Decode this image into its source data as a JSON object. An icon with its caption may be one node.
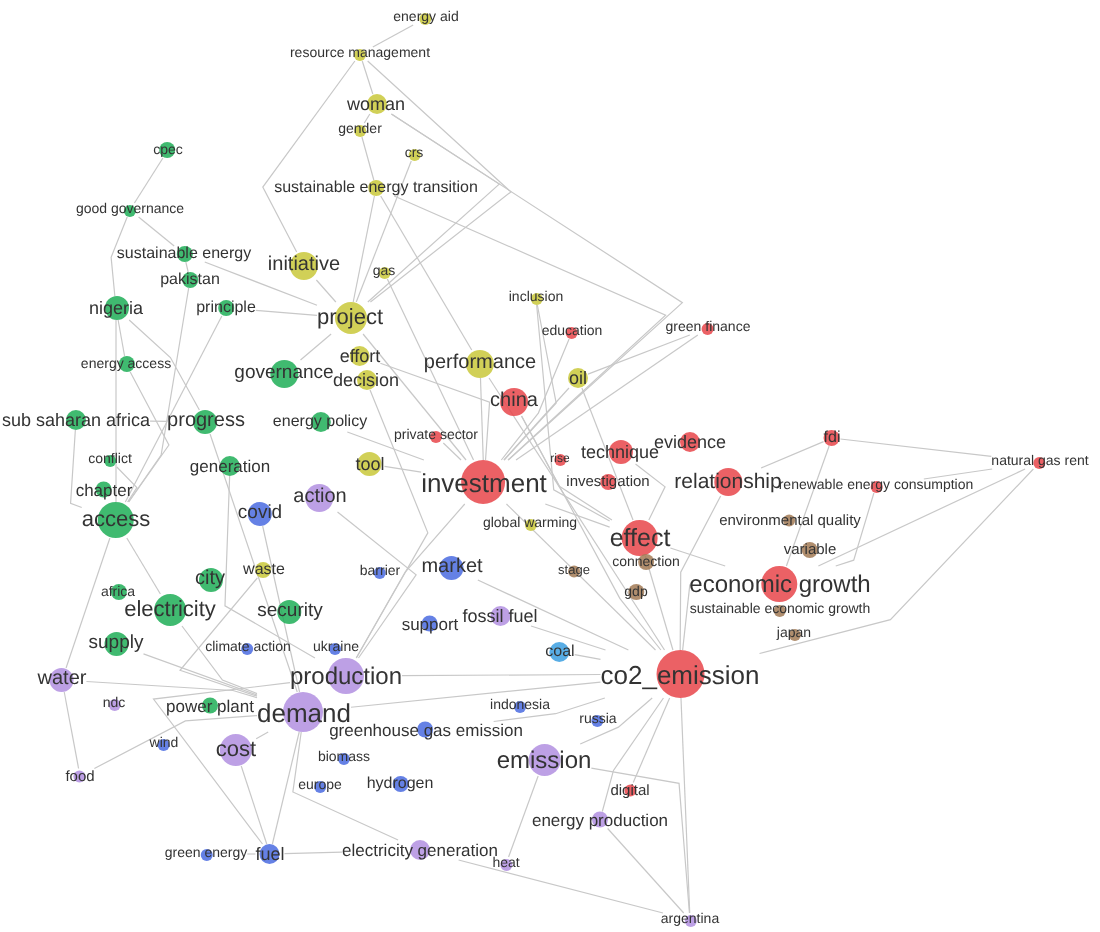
{
  "diagram": {
    "nodes": [
      {
        "text": [
          "energy aid"
        ]
      },
      {
        "text": [
          "resource management"
        ]
      },
      {
        "text": [
          "woman"
        ]
      },
      {
        "text": [
          "gender"
        ]
      },
      {
        "text": [
          "crs"
        ]
      },
      {
        "text": [
          "sustainable energy transition"
        ]
      },
      {
        "text": [
          "cpec"
        ]
      },
      {
        "text": [
          "good governance"
        ]
      },
      {
        "text": [
          "sustainable energy"
        ]
      },
      {
        "text": [
          "pakistan"
        ]
      },
      {
        "text": [
          "initiative"
        ]
      },
      {
        "text": [
          "gas"
        ]
      },
      {
        "text": [
          "nigeria"
        ]
      },
      {
        "text": [
          "principle"
        ]
      },
      {
        "text": [
          "inclusion"
        ]
      },
      {
        "text": [
          "project"
        ]
      },
      {
        "text": [
          "education"
        ]
      },
      {
        "text": [
          "green finance"
        ]
      },
      {
        "text": [
          "energy access"
        ]
      },
      {
        "text": [
          "effort"
        ]
      },
      {
        "text": [
          "decision"
        ]
      },
      {
        "text": [
          "performance"
        ]
      },
      {
        "text": [
          "oil"
        ]
      },
      {
        "text": [
          "governance"
        ]
      },
      {
        "text": [
          "china"
        ]
      },
      {
        "text": [
          "sub saharan africa"
        ]
      },
      {
        "text": [
          "progress"
        ]
      },
      {
        "text": [
          "energy policy"
        ]
      },
      {
        "text": [
          "private sector"
        ]
      },
      {
        "text": [
          "technique"
        ]
      },
      {
        "text": [
          "evidence"
        ]
      },
      {
        "text": [
          "fdi"
        ]
      },
      {
        "text": [
          "rise"
        ]
      },
      {
        "text": [
          "natural gas rent"
        ]
      },
      {
        "text": [
          "conflict"
        ]
      },
      {
        "text": [
          "generation"
        ]
      },
      {
        "text": [
          "tool"
        ]
      },
      {
        "text": [
          "investment"
        ]
      },
      {
        "text": [
          "investigation"
        ]
      },
      {
        "text": [
          "relationship"
        ]
      },
      {
        "text": [
          "renewable energy consumption"
        ]
      },
      {
        "text": [
          "chapter"
        ]
      },
      {
        "text": [
          "access"
        ]
      },
      {
        "text": [
          "action"
        ]
      },
      {
        "text": [
          "covid"
        ]
      },
      {
        "text": [
          "global warming"
        ]
      },
      {
        "text": [
          "environmental quality"
        ]
      },
      {
        "text": [
          "effect"
        ]
      },
      {
        "text": [
          "variable"
        ]
      },
      {
        "text": [
          "waste"
        ]
      },
      {
        "text": [
          "barrier"
        ]
      },
      {
        "text": [
          "market"
        ]
      },
      {
        "text": [
          "city"
        ]
      },
      {
        "text": [
          "connection"
        ]
      },
      {
        "text": [
          "stage"
        ]
      },
      {
        "text": [
          "economic growth"
        ]
      },
      {
        "text": [
          "gdp"
        ]
      },
      {
        "text": [
          "africa"
        ]
      },
      {
        "text": [
          "electricity"
        ]
      },
      {
        "text": [
          "security"
        ]
      },
      {
        "text": [
          "fossil fuel"
        ]
      },
      {
        "text": [
          "sustainable economic growth"
        ]
      },
      {
        "text": [
          "support"
        ]
      },
      {
        "text": [
          "supply"
        ]
      },
      {
        "text": [
          "climate action"
        ]
      },
      {
        "text": [
          "ukraine"
        ]
      },
      {
        "text": [
          "japan"
        ]
      },
      {
        "text": [
          "coal"
        ]
      },
      {
        "text": [
          "production"
        ]
      },
      {
        "text": [
          "co2_emission"
        ]
      },
      {
        "text": [
          "water"
        ]
      },
      {
        "text": [
          "ndc"
        ]
      },
      {
        "text": [
          "power plant"
        ]
      },
      {
        "text": [
          "demand"
        ]
      },
      {
        "text": [
          "indonesia"
        ]
      },
      {
        "text": [
          "russia"
        ]
      },
      {
        "text": [
          "greenhouse gas emission"
        ]
      },
      {
        "text": [
          "wind"
        ]
      },
      {
        "text": [
          "cost"
        ]
      },
      {
        "text": [
          "biomass"
        ]
      },
      {
        "text": [
          "emission"
        ]
      },
      {
        "text": [
          "food"
        ]
      },
      {
        "text": [
          "europe"
        ]
      },
      {
        "text": [
          "hydrogen"
        ]
      },
      {
        "text": [
          "energy production"
        ]
      },
      {
        "text": [
          "digital"
        ]
      },
      {
        "text": [
          "green energy"
        ]
      },
      {
        "text": [
          "fuel"
        ]
      },
      {
        "text": [
          "electricity generation"
        ]
      },
      {
        "text": [
          "heat"
        ]
      },
      {
        "text": [
          "argentina"
        ]
      }
    ],
    "edges": [
      {
        "from": 0,
        "to": 1,
        "arrow": "none"
      },
      {
        "from": 1,
        "to": 2,
        "arrow": "none"
      },
      {
        "from": 1,
        "to": 15,
        "arrow": "none"
      },
      {
        "from": 1,
        "to": 10,
        "arrow": "none"
      },
      {
        "from": 2,
        "to": 3,
        "arrow": "none"
      },
      {
        "from": 2,
        "to": 15,
        "arrow": "none"
      },
      {
        "from": 2,
        "to": 37,
        "arrow": "none"
      },
      {
        "from": 3,
        "to": 5,
        "arrow": "none"
      },
      {
        "from": 4,
        "to": 15,
        "arrow": "none"
      },
      {
        "from": 5,
        "to": 15,
        "arrow": "none"
      },
      {
        "from": 5,
        "to": 37,
        "arrow": "none"
      },
      {
        "from": 5,
        "to": 21,
        "arrow": "none"
      },
      {
        "from": 6,
        "to": 7,
        "arrow": "none"
      },
      {
        "from": 7,
        "to": 8,
        "arrow": "none"
      },
      {
        "from": 7,
        "to": 12,
        "arrow": "none"
      },
      {
        "from": 8,
        "to": 9,
        "arrow": "none"
      },
      {
        "from": 8,
        "to": 15,
        "arrow": "none"
      },
      {
        "from": 9,
        "to": 42,
        "arrow": "none"
      },
      {
        "from": 10,
        "to": 15,
        "arrow": "none"
      },
      {
        "from": 11,
        "to": 37,
        "arrow": "none"
      },
      {
        "from": 12,
        "to": 18,
        "arrow": "none"
      },
      {
        "from": 12,
        "to": 42,
        "arrow": "none"
      },
      {
        "from": 12,
        "to": 26,
        "arrow": "none"
      },
      {
        "from": 13,
        "to": 42,
        "arrow": "none"
      },
      {
        "from": 13,
        "to": 15,
        "arrow": "none"
      },
      {
        "from": 14,
        "to": 37,
        "arrow": "none"
      },
      {
        "from": 14,
        "to": 47,
        "arrow": "none"
      },
      {
        "from": 15,
        "to": 37,
        "arrow": "none"
      },
      {
        "from": 15,
        "to": 23,
        "arrow": "none"
      },
      {
        "from": 16,
        "to": 37,
        "arrow": "none"
      },
      {
        "from": 17,
        "to": 22,
        "arrow": "none"
      },
      {
        "from": 17,
        "to": 37,
        "arrow": "none"
      },
      {
        "from": 18,
        "to": 42,
        "arrow": "none"
      },
      {
        "from": 19,
        "to": 37,
        "arrow": "none"
      },
      {
        "from": 20,
        "to": 68,
        "arrow": "none"
      },
      {
        "from": 21,
        "to": 37,
        "arrow": "none"
      },
      {
        "from": 21,
        "to": 69,
        "arrow": "none"
      },
      {
        "from": 22,
        "to": 47,
        "arrow": "none"
      },
      {
        "from": 22,
        "to": 37,
        "arrow": "none"
      },
      {
        "from": 24,
        "to": 47,
        "arrow": "none"
      },
      {
        "from": 24,
        "to": 69,
        "arrow": "none"
      },
      {
        "from": 25,
        "to": 42,
        "arrow": "none"
      },
      {
        "from": 25,
        "to": 26,
        "arrow": "none"
      },
      {
        "from": 26,
        "to": 73,
        "arrow": "none"
      },
      {
        "from": 27,
        "to": 37,
        "arrow": "none"
      },
      {
        "from": 28,
        "to": 37,
        "arrow": "none"
      },
      {
        "from": 29,
        "to": 47,
        "arrow": "none"
      },
      {
        "from": 31,
        "to": 33,
        "arrow": "none"
      },
      {
        "from": 31,
        "to": 39,
        "arrow": "none"
      },
      {
        "from": 31,
        "to": 55,
        "arrow": "none"
      },
      {
        "from": 33,
        "to": 40,
        "arrow": "none"
      },
      {
        "from": 33,
        "to": 55,
        "arrow": "none"
      },
      {
        "from": 33,
        "to": 69,
        "arrow": "none"
      },
      {
        "from": 34,
        "to": 42,
        "arrow": "none"
      },
      {
        "from": 35,
        "to": 68,
        "arrow": "none"
      },
      {
        "from": 36,
        "to": 37,
        "arrow": "none"
      },
      {
        "from": 37,
        "to": 47,
        "arrow": "none"
      },
      {
        "from": 37,
        "to": 69,
        "arrow": "none"
      },
      {
        "from": 37,
        "to": 68,
        "arrow": "none"
      },
      {
        "from": 39,
        "to": 69,
        "arrow": "none"
      },
      {
        "from": 40,
        "to": 55,
        "arrow": "none"
      },
      {
        "from": 42,
        "to": 58,
        "arrow": "none"
      },
      {
        "from": 43,
        "to": 68,
        "arrow": "none"
      },
      {
        "from": 44,
        "to": 73,
        "arrow": "none"
      },
      {
        "from": 47,
        "to": 69,
        "arrow": "none"
      },
      {
        "from": 47,
        "to": 55,
        "arrow": "none"
      },
      {
        "from": 49,
        "to": 73,
        "arrow": "none"
      },
      {
        "from": 51,
        "to": 69,
        "arrow": "none"
      },
      {
        "from": 55,
        "to": 69,
        "arrow": "none"
      },
      {
        "from": 58,
        "to": 73,
        "arrow": "none"
      },
      {
        "from": 60,
        "to": 69,
        "arrow": "none"
      },
      {
        "from": 63,
        "to": 73,
        "arrow": "none"
      },
      {
        "from": 67,
        "to": 69,
        "arrow": "none"
      },
      {
        "from": 68,
        "to": 69,
        "arrow": "none"
      },
      {
        "from": 70,
        "to": 73,
        "arrow": "none"
      },
      {
        "from": 70,
        "to": 42,
        "arrow": "none"
      },
      {
        "from": 73,
        "to": 78,
        "arrow": "none"
      },
      {
        "from": 73,
        "to": 69,
        "arrow": "none"
      },
      {
        "from": 76,
        "to": 69,
        "arrow": "none"
      },
      {
        "from": 78,
        "to": 87,
        "arrow": "none"
      },
      {
        "from": 80,
        "to": 69,
        "arrow": "none"
      },
      {
        "from": 81,
        "to": 70,
        "arrow": "none"
      },
      {
        "from": 81,
        "to": 73,
        "arrow": "none"
      },
      {
        "from": 84,
        "to": 69,
        "arrow": "none"
      },
      {
        "from": 85,
        "to": 69,
        "arrow": "none"
      },
      {
        "from": 86,
        "to": 87,
        "arrow": "none"
      },
      {
        "from": 87,
        "to": 73,
        "arrow": "none"
      },
      {
        "from": 87,
        "to": 88,
        "arrow": "none"
      },
      {
        "from": 88,
        "to": 90,
        "arrow": "none"
      },
      {
        "from": 89,
        "to": 80,
        "arrow": "none"
      },
      {
        "from": 90,
        "to": 69,
        "arrow": "none"
      },
      {
        "from": 90,
        "to": 84,
        "arrow": "none"
      },
      {
        "from": 90,
        "to": 80,
        "arrow": "none"
      },
      {
        "from": 88,
        "to": 73,
        "arrow": "none"
      },
      {
        "from": 87,
        "to": 68,
        "arrow": "none"
      }
    ]
  }
}
